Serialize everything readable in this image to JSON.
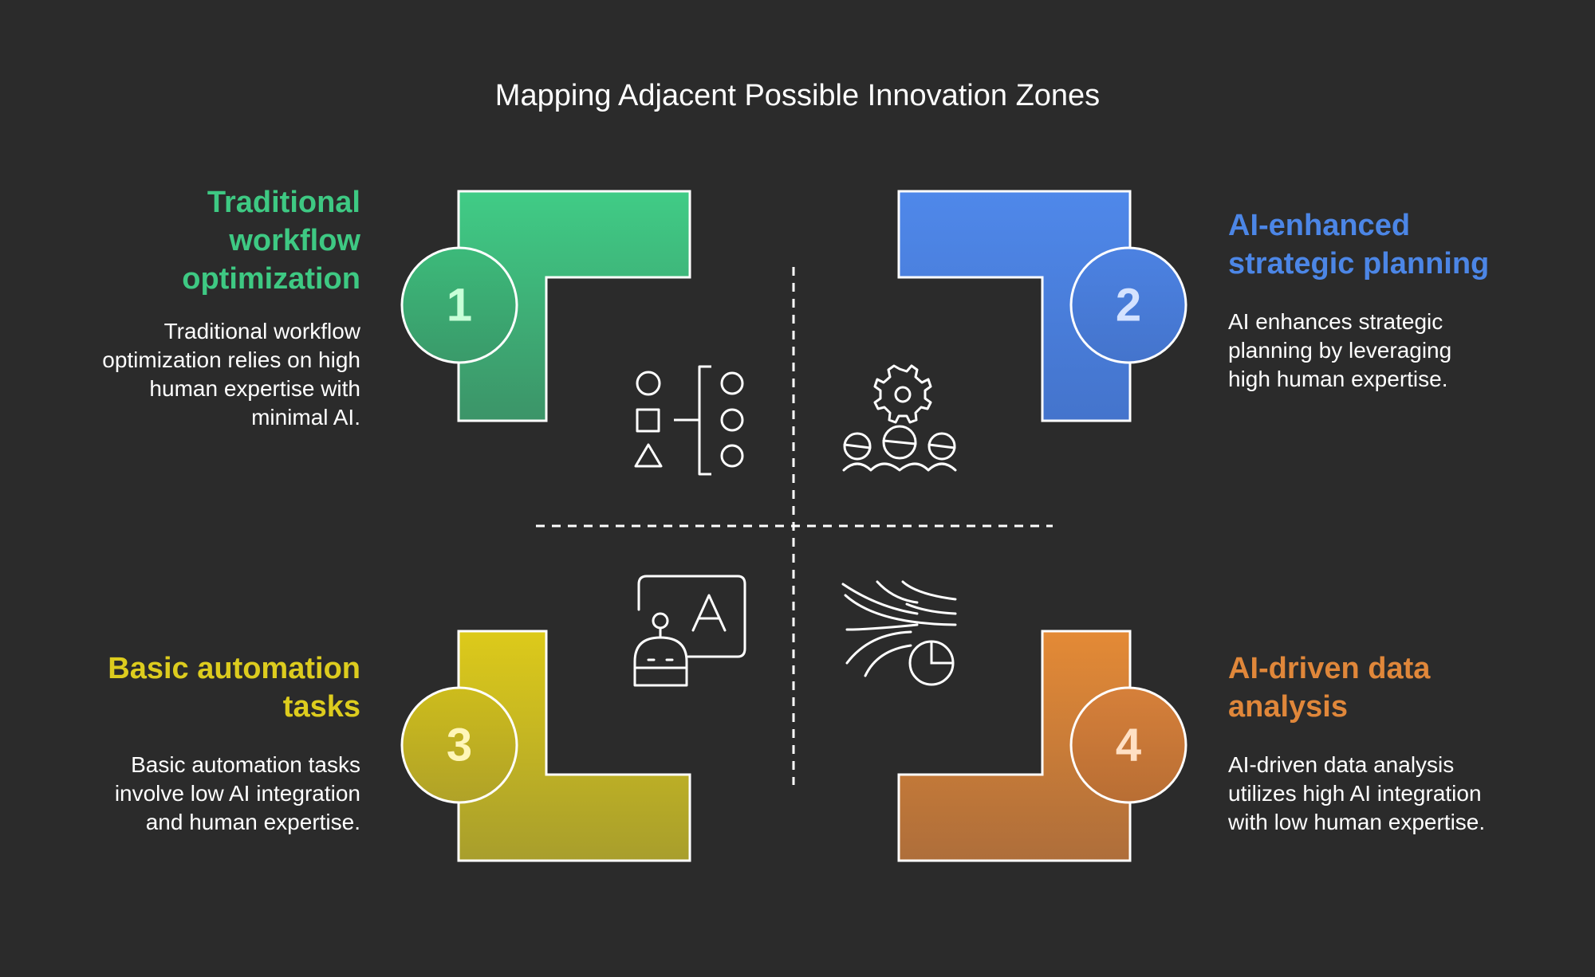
{
  "title": "Mapping Adjacent Possible Innovation Zones",
  "quadrants": [
    {
      "number": "1",
      "heading": "Traditional workflow optimization",
      "description": "Traditional workflow optimization relies on high human expertise with minimal AI.",
      "color": "#3ec983",
      "icon": "workflow-shapes-icon"
    },
    {
      "number": "2",
      "heading": "AI-enhanced strategic planning",
      "description": "AI enhances strategic planning by leveraging high human expertise.",
      "color": "#4c86e6",
      "icon": "team-gear-icon"
    },
    {
      "number": "3",
      "heading": "Basic automation tasks",
      "description": "Basic automation tasks involve low AI integration and human expertise.",
      "color": "#ddcc1e",
      "icon": "robot-screen-icon"
    },
    {
      "number": "4",
      "heading": "AI-driven data analysis",
      "description": "AI-driven data analysis utilizes high AI integration with low human expertise.",
      "color": "#e0873a",
      "icon": "data-flow-chart-icon"
    }
  ]
}
